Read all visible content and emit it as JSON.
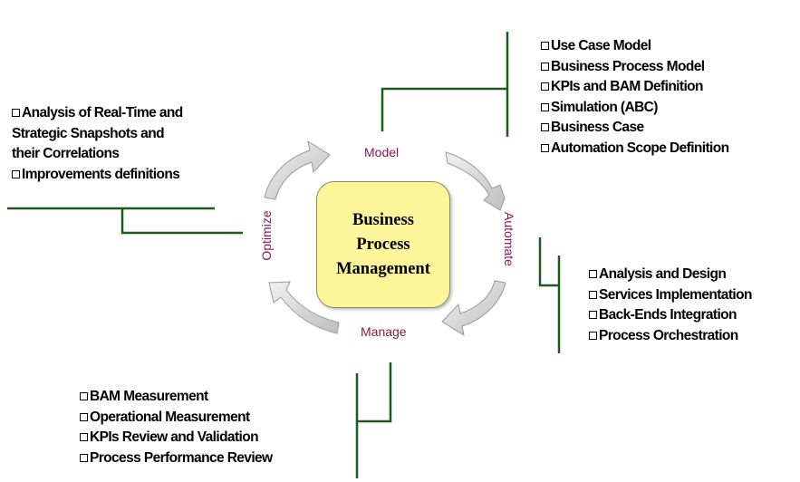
{
  "center_label": {
    "line1": "Business",
    "line2": "Process",
    "line3": "Management"
  },
  "phases": {
    "model": "Model",
    "automate": "Automate",
    "manage": "Manage",
    "optimize": "Optimize"
  },
  "model_items": [
    "Use Case Model",
    "Business Process Model",
    "KPIs and BAM Definition",
    "Simulation (ABC)",
    "Business Case",
    "Automation Scope Definition"
  ],
  "automate_items": [
    "Analysis and Design",
    "Services Implementation",
    "Back-Ends Integration",
    "Process Orchestration"
  ],
  "manage_items": [
    "BAM Measurement",
    "Operational Measurement",
    "KPIs Review and Validation",
    "Process Performance Review"
  ],
  "optimize_items": [
    "Analysis of Real-Time and",
    "Strategic Snapshots and",
    "their Correlations",
    "Improvements definitions"
  ],
  "colors": {
    "connector_line": "#1f5a1c",
    "phase_text": "#8a1a4a",
    "center_fill": "#fdf59a",
    "arrow_fill": "#d8d8d8"
  }
}
